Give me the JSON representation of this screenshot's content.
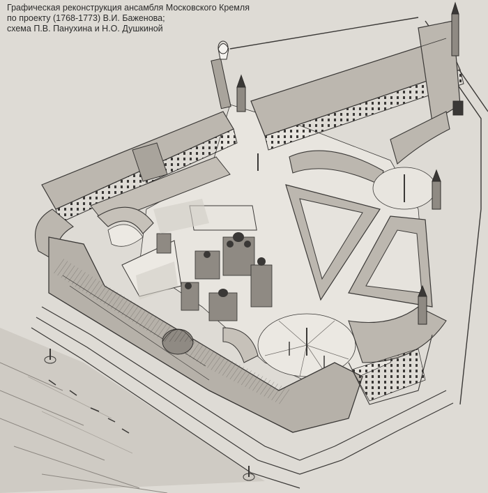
{
  "caption": {
    "line1": "Графическая реконструкция ансамбля Московского Кремля",
    "line2": "по проекту (1768-1773) В.И. Баженова;",
    "line3": "схема П.В. Панухина и Н.О. Душкиной"
  },
  "colors": {
    "paper": "#dedbd5",
    "ink": "#3a3836",
    "roof": "#b9b4ac",
    "courtyard": "#e4e1db",
    "river": "#cdc9c2"
  }
}
